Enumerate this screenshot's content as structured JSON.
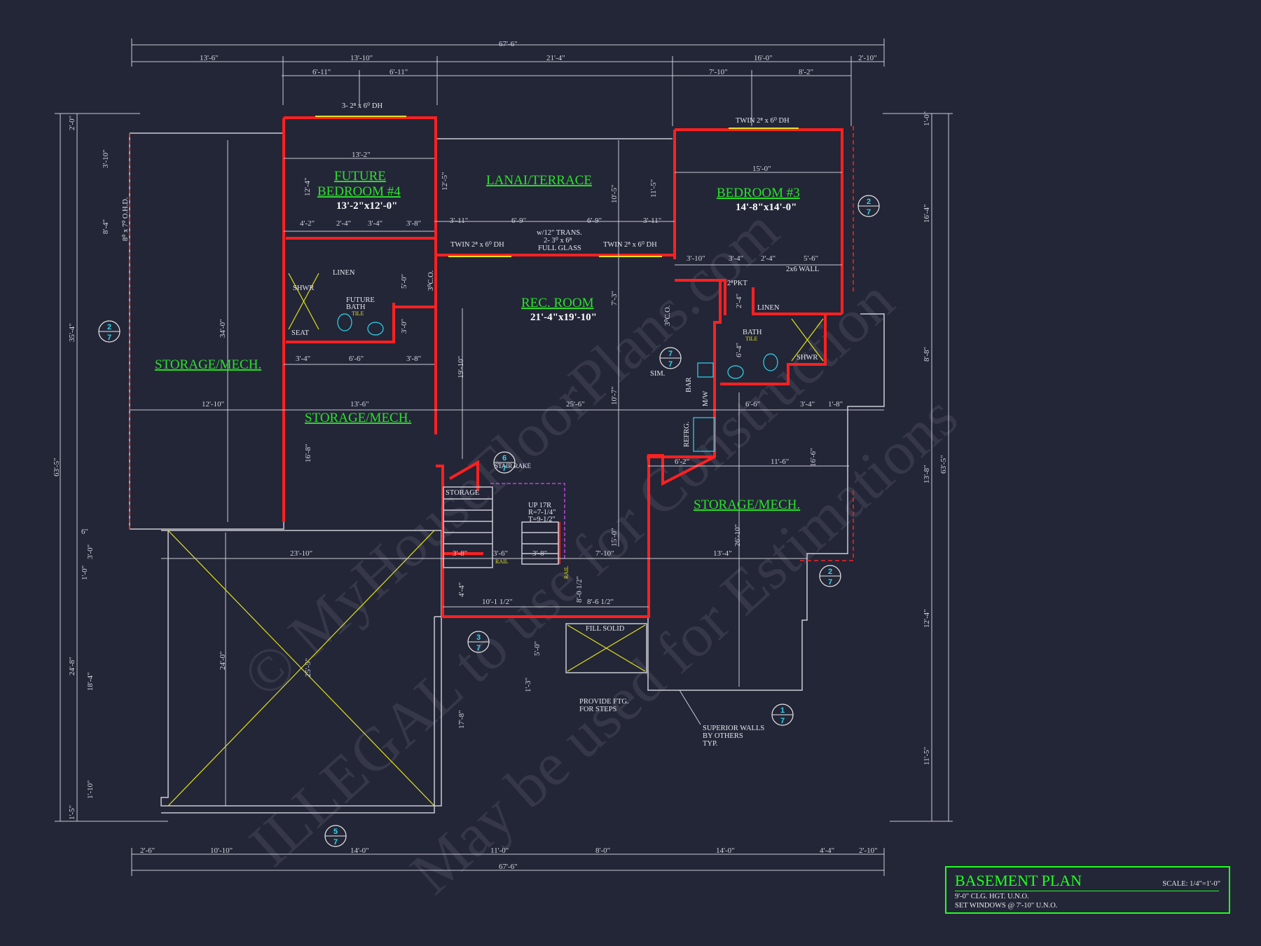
{
  "watermark": {
    "line1": "© MyHouseFloorPlans.com",
    "line2": "ILLEGAL to use for Construction",
    "line3": "May be used for Estimations"
  },
  "title_block": {
    "title": "BASEMENT PLAN",
    "scale": "SCALE: 1/4\"=1'-0\"",
    "note1": "9'-0\" CLG. HGT. U.N.O.",
    "note2": "SET WINDOWS @ 7'-10\" U.N.O."
  },
  "rooms": {
    "future_bedroom": "FUTURE",
    "future_bedroom2": "BEDROOM #4",
    "future_bedroom_size": "13'-2\"x12'-0\"",
    "lanai": "LANAI/TERRACE",
    "bedroom3": "BEDROOM #3",
    "bedroom3_size": "14'-8\"x14'-0\"",
    "rec_room": "REC. ROOM",
    "rec_room_size": "21'-4\"x19'-10\"",
    "storage_left": "STORAGE/MECH.",
    "storage_mid": "STORAGE/MECH.",
    "storage_right": "STORAGE/MECH."
  },
  "notes": {
    "win_top": "3- 2⁸ x 6⁰ DH",
    "win_bed3": "TWIN 2⁸ x 6⁰ DH",
    "twin_left": "TWIN 2⁸ x 6⁰ DH",
    "twin_right": "TWIN 2⁸ x 6⁰ DH",
    "trans1": "w/12\" TRANS.",
    "trans2": "2- 3⁰ x 6⁸",
    "trans3": "FULL GLASS",
    "ohd": "8⁰ x 7⁰ O.H.D.",
    "linen": "LINEN",
    "shwr": "SHWR",
    "seat": "SEAT",
    "future_bath1": "FUTURE",
    "future_bath2": "BATH",
    "tile": "TILE",
    "linen2": "LINEN",
    "bath": "BATH",
    "tile2": "TILE",
    "shwr2": "SHWR",
    "pkt": "2⁸PKT",
    "wall2x6": "2x6 WALL",
    "bar": "BAR",
    "mw": "M/W",
    "refrg": "REFRG.",
    "sim": "SIM.",
    "co1": "3⁰C.O.",
    "co2": "3⁰C.O.",
    "stair_rake": "STAIR RAKE",
    "storage_small": "STORAGE",
    "up": "UP 17R",
    "riser": "R=7-1/4\"",
    "tread": "T=9-1/2\"",
    "rail": "RAIL",
    "rail2": "RAIL",
    "fill": "FILL SOLID",
    "ftg1": "PROVIDE FTG.",
    "ftg2": "FOR STEPS",
    "sup1": "SUPERIOR WALLS",
    "sup2": "BY OTHERS",
    "sup3": "TYP."
  },
  "dims_top": {
    "overall": "67'-6\"",
    "d1": "13'-6\"",
    "d2": "13'-10\"",
    "d3": "21'-4\"",
    "d4": "16'-0\"",
    "d5": "2'-10\"",
    "s1": "6'-11\"",
    "s2": "6'-11\"",
    "s3": "7'-10\"",
    "s4": "8'-2\""
  },
  "dims_bottom": {
    "overall": "67'-6\"",
    "b1": "2'-6\"",
    "b2": "10'-10\"",
    "b3": "14'-0\"",
    "b4": "11'-0\"",
    "b5": "8'-0\"",
    "b6": "14'-0\"",
    "b7": "4'-4\"",
    "b8": "2'-10\""
  },
  "dims_left": {
    "overall": "63'-5\"",
    "l1": "2'-0\"",
    "l2": "35'-4\"",
    "l3": "24'-8\"",
    "l4": "1'-5\"",
    "l5": "3'-10\"",
    "l6": "8'-4\"",
    "l7": "6\"",
    "l8": "3'-0\"",
    "l9": "1'-0\"",
    "l10": "18'-4\"",
    "l11": "1'-10\""
  },
  "dims_right": {
    "overall": "63'-5\"",
    "r1": "1'-0\"",
    "r2": "16'-4\"",
    "r3": "8'-8\"",
    "r4": "13'-8\"",
    "r5": "12'-4\"",
    "r6": "11'-5\""
  },
  "dims_interior": {
    "a1": "13'-2\"",
    "a2": "12'-4\"",
    "a3": "12'-5\"",
    "a4": "10'-5\"",
    "a5": "11'-5\"",
    "a6": "15'-0\"",
    "a7": "3'-11\"",
    "a8": "6'-9\"",
    "a9": "6'-9\"",
    "a10": "3'-11\"",
    "a11": "4'-2\"",
    "a12": "2'-4\"",
    "a13": "3'-4\"",
    "a14": "3'-8\"",
    "a15": "3'-10\"",
    "a16": "3'-4\"",
    "a17": "2'-4\"",
    "a18": "5'-6\"",
    "a19": "3'-4\"",
    "a20": "6'-6\"",
    "a21": "3'-8\"",
    "a22": "12'-10\"",
    "a23": "13'-6\"",
    "a24": "25'-6\"",
    "a25": "6'-6\"",
    "a26": "3'-4\"",
    "a27": "1'-8\"",
    "a28": "34'-0\"",
    "a29": "19'-10\"",
    "a30": "16'-8\"",
    "a31": "10'-7\"",
    "a32": "7'-3\"",
    "a33": "6'-2\"",
    "a34": "11'-6\"",
    "a35": "16'-6\"",
    "a36": "23'-10\"",
    "a37": "3'-8\"",
    "a38": "3'-6\"",
    "a39": "3'-8\"",
    "a40": "7'-10\"",
    "a41": "13'-4\"",
    "a42": "15'-0\"",
    "a43": "26'-10\"",
    "a44": "24'-0\"",
    "a45": "25'-5\"",
    "a46": "17'-8\"",
    "a47": "10'-1 1/2\"",
    "a48": "8'-6 1/2\"",
    "a49": "8'-0 1/2\"",
    "a50": "4'-4\"",
    "a51": "5'-0\"",
    "a52": "1'-3\"",
    "a53": "5'-0\"",
    "a54": "3'-0\"",
    "a55": "6'-4\"",
    "a56": "2'-4\""
  },
  "section_tags": [
    {
      "num": "2",
      "den": "7"
    },
    {
      "num": "2",
      "den": "7"
    },
    {
      "num": "7",
      "den": "7"
    },
    {
      "num": "6",
      "den": "7"
    },
    {
      "num": "2",
      "den": "7"
    },
    {
      "num": "3",
      "den": "7"
    },
    {
      "num": "1",
      "den": "7"
    },
    {
      "num": "5",
      "den": "7"
    }
  ]
}
